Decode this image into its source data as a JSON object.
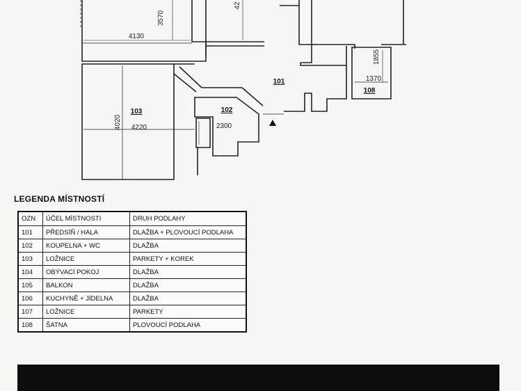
{
  "plan": {
    "rooms": {
      "r101": "101",
      "r102": "102",
      "r103": "103",
      "r108": "108"
    },
    "dims": {
      "d3570": "3570",
      "d42": "42",
      "d4130": "4130",
      "d1855": "1855",
      "d1370": "1370",
      "d4020": "4020",
      "d4220": "4220",
      "d2300": "2300"
    }
  },
  "legend": {
    "title": "LEGENDA MÍSTNOSTÍ",
    "headers": [
      "OZN",
      "ÚČEL MÍSTNOSTI",
      "DRUH PODLAHY"
    ],
    "rows": [
      [
        "101",
        "PŘEDSÍŇ / HALA",
        "DLAŽBA + PLOVOUCÍ PODLAHA"
      ],
      [
        "102",
        "KOUPELNA + WC",
        "DLAŽBA"
      ],
      [
        "103",
        "LOŽNICE",
        "PARKETY + KOREK"
      ],
      [
        "104",
        "OBÝVACÍ POKOJ",
        "DLAŽBA"
      ],
      [
        "105",
        "BALKON",
        "DLAŽBA"
      ],
      [
        "106",
        "KUCHYNĚ + JÍDELNA",
        "DLAŽBA"
      ],
      [
        "107",
        "LOŽNICE",
        "PARKETY"
      ],
      [
        "108",
        "ŠATNA",
        "PLOVOUCÍ PODLAHA"
      ]
    ]
  }
}
